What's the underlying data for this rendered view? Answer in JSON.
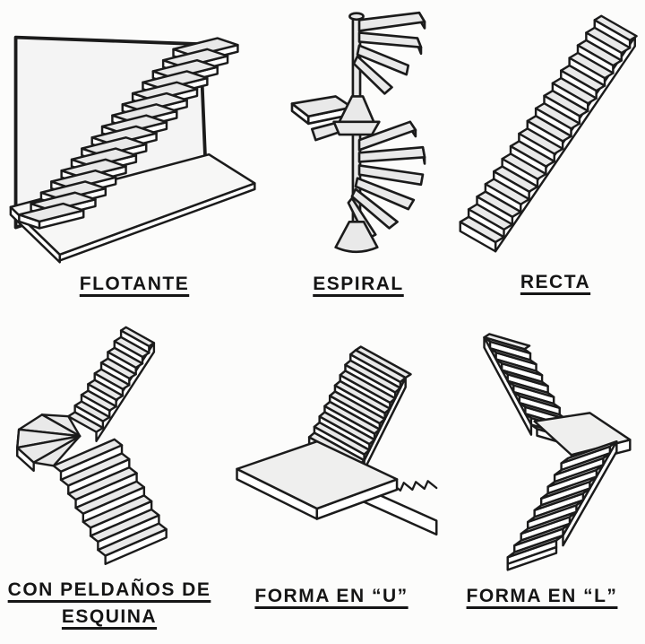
{
  "figure": {
    "background": "#fcfcfb",
    "ink_color": "#1b1b1b",
    "step_top_color": "#e9e9e9",
    "riser_color": "#ffffff",
    "wall_color": "#f4f4f4",
    "items": [
      {
        "id": "flotante",
        "label": "FLOTANTE",
        "icon": "floating-stairs-illustration"
      },
      {
        "id": "espiral",
        "label": "ESPIRAL",
        "icon": "spiral-stairs-illustration"
      },
      {
        "id": "recta",
        "label": "RECTA",
        "icon": "straight-stairs-illustration"
      },
      {
        "id": "peldanos",
        "label": "CON PELDAÑOS DE ESQUINA",
        "icon": "corner-winder-stairs-illustration"
      },
      {
        "id": "forma-u",
        "label": "FORMA EN “U”",
        "icon": "u-shaped-stairs-illustration"
      },
      {
        "id": "forma-l",
        "label": "FORMA EN “L”",
        "icon": "l-shaped-stairs-illustration"
      }
    ]
  }
}
